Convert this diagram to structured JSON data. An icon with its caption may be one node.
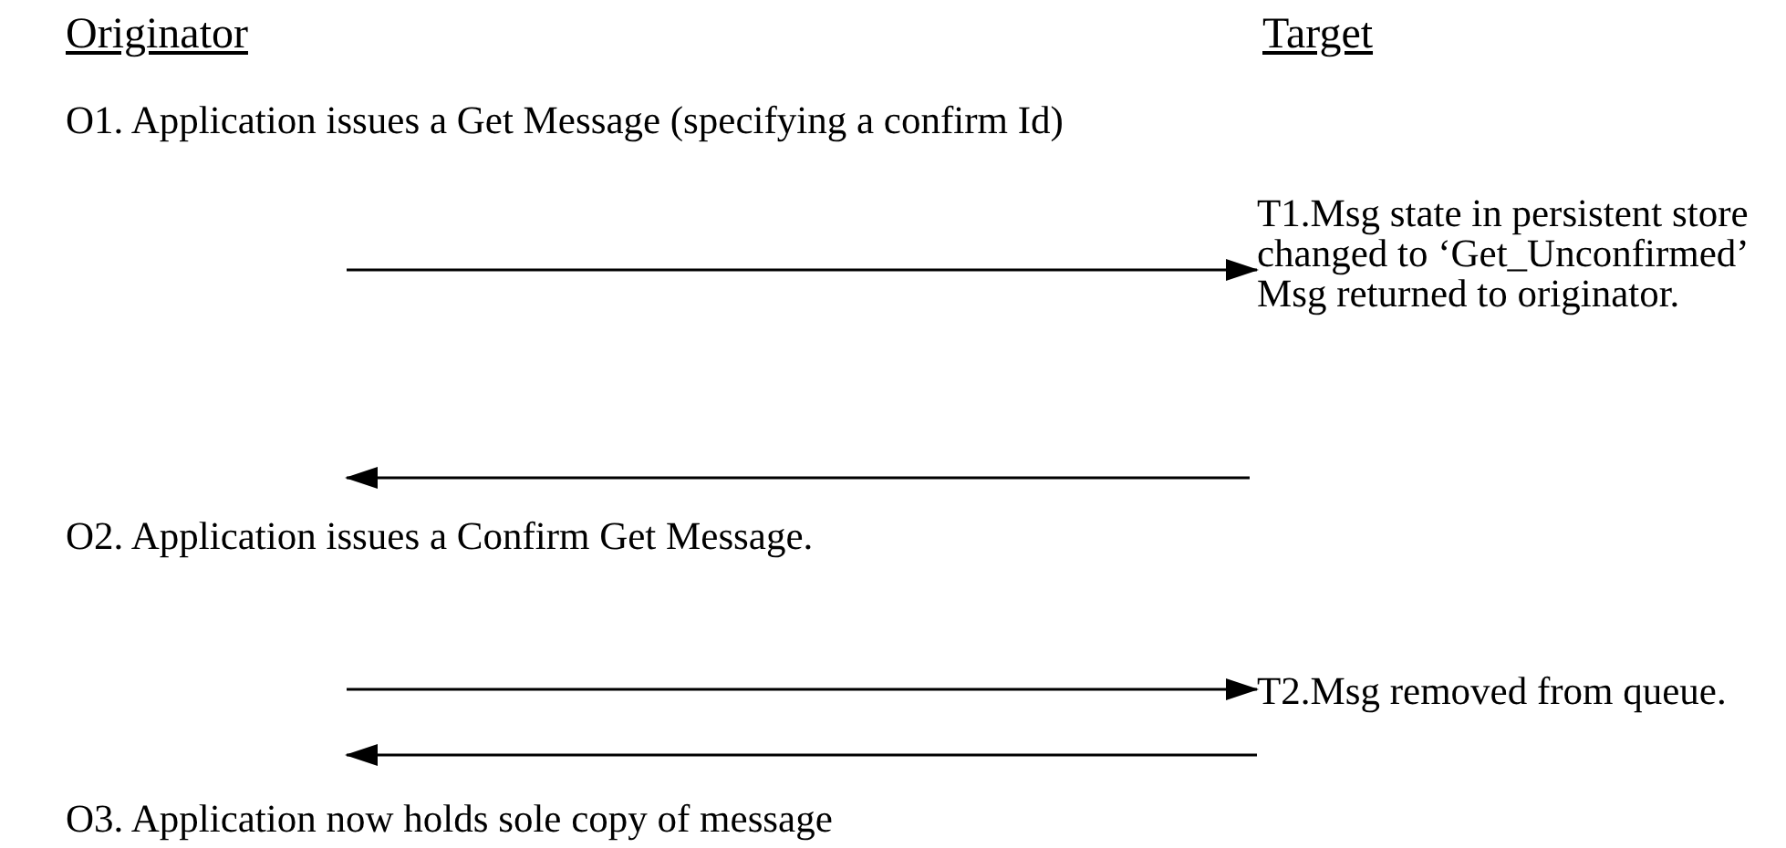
{
  "diagram": {
    "nodes": [
      {
        "text": [
          "Originator"
        ]
      },
      {
        "text": [
          "Target"
        ]
      },
      {
        "text": [
          "O1. Application issues a Get Message (specifying a confirm Id)"
        ]
      },
      {
        "text": [
          "T1.Msg state in persistent store changed to ‘Get_Unconfirmed’ Msg returned to originator."
        ]
      },
      {
        "text": [
          "O2. Application issues a Confirm Get Message."
        ]
      },
      {
        "text": [
          "T2.Msg removed from queue."
        ]
      },
      {
        "text": [
          "O3. Application now holds sole copy of message"
        ]
      }
    ],
    "edges": [
      {
        "from": null,
        "to": 3,
        "arrow": "to"
      },
      {
        "from": null,
        "to": 4,
        "arrow": "to"
      },
      {
        "from": null,
        "to": 5,
        "arrow": "to"
      },
      {
        "from": 5,
        "to": 6,
        "arrow": "to"
      }
    ]
  }
}
